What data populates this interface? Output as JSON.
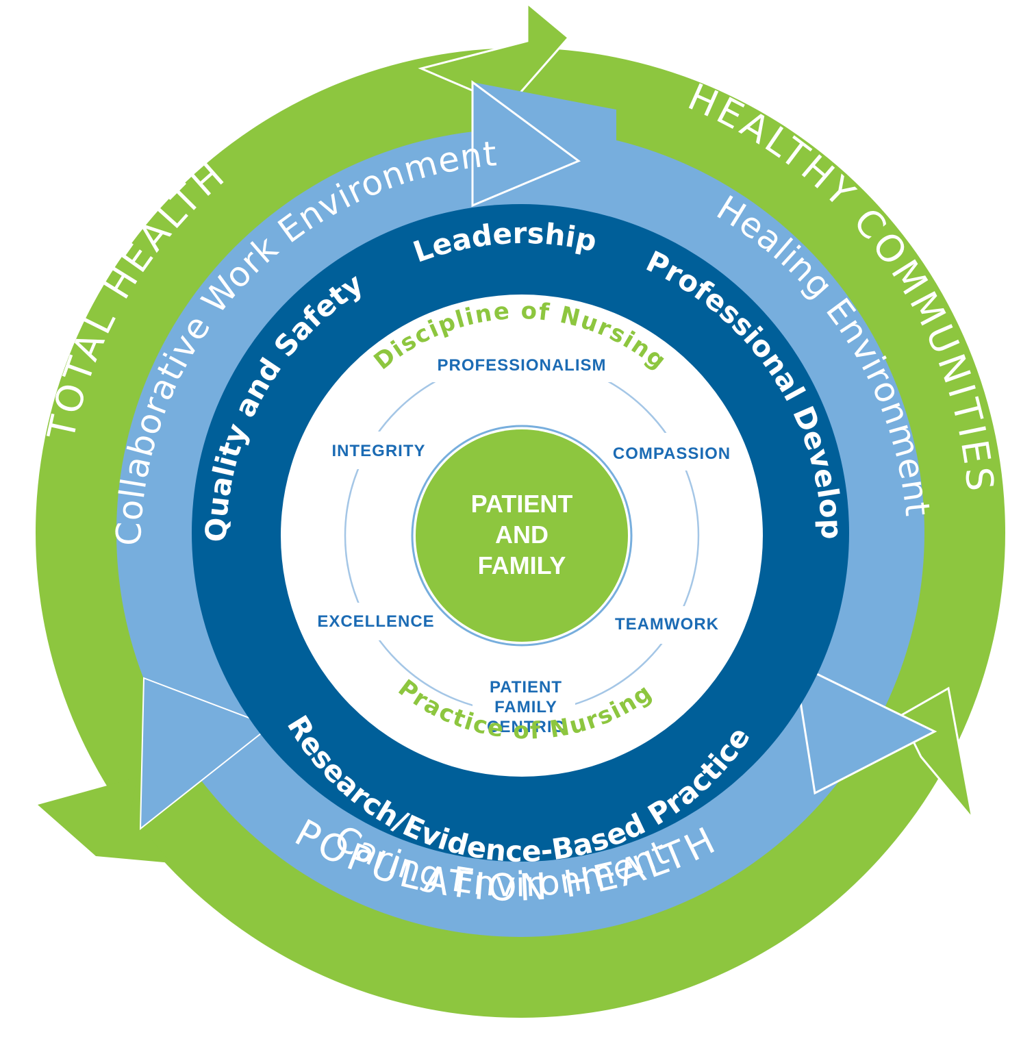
{
  "colors": {
    "outer_green": "#8dc63f",
    "light_blue": "#77aedd",
    "dark_blue": "#005f99",
    "white": "#ffffff",
    "value_text": "#1b6bb4",
    "center_green": "#8dc63f",
    "thin_ring": "#a4c6e6"
  },
  "outer_ring": {
    "top_right": "HEALTHY COMMUNITIES",
    "left": "TOTAL HEALTH",
    "bottom": "POPULATION HEALTH"
  },
  "environment_ring": {
    "left": "Collaborative Work Environment",
    "right": "Healing Environment",
    "bottom": "Caring Environment"
  },
  "pillar_ring": {
    "top": "Leadership",
    "right": "Professional Development",
    "left": "Quality and Safety",
    "bottom": "Research/Evidence-Based Practice"
  },
  "nursing": {
    "top": "Discipline of Nursing",
    "bottom": "Practice of Nursing"
  },
  "values": {
    "top": "PROFESSIONALISM",
    "upper_left": "INTEGRITY",
    "upper_right": "COMPASSION",
    "lower_left": "EXCELLENCE",
    "lower_right": "TEAMWORK",
    "bottom_line1": "PATIENT",
    "bottom_line2": "FAMILY",
    "bottom_line3": "CENTRIC"
  },
  "center": {
    "line1": "PATIENT",
    "line2": "AND",
    "line3": "FAMILY"
  }
}
